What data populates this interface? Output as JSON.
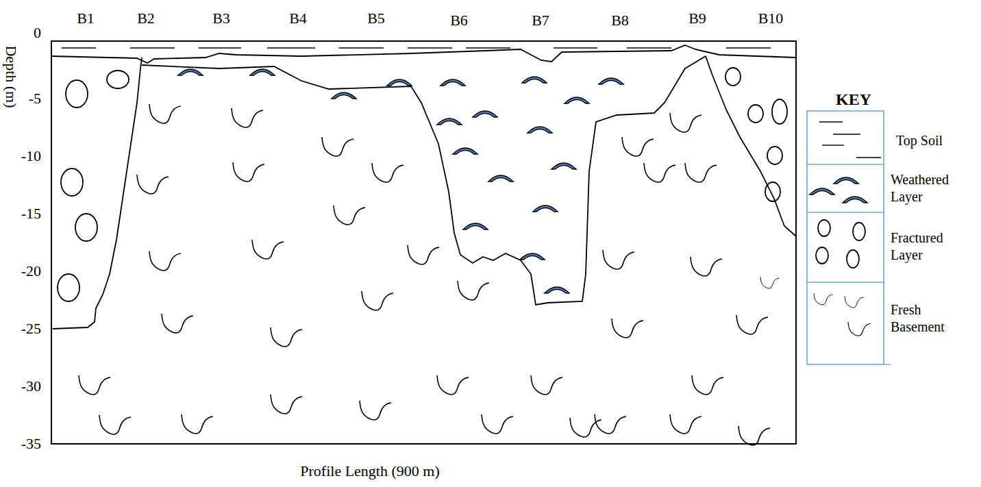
{
  "diagram": {
    "labels": [
      "B1",
      "B2",
      "B3",
      "B4",
      "B5",
      "B6",
      "B7",
      "B8",
      "B9",
      "B10",
      "0",
      "-5",
      "-10",
      "-15",
      "-20",
      "-25",
      "-30",
      "-35",
      "Depth (m)",
      "Profile Length (900 m)",
      "KEY"
    ],
    "legend": [
      {
        "text": "Top Soil"
      },
      {
        "text": "Weathered Layer"
      },
      {
        "text": "Fractured Layer"
      },
      {
        "text": "Fresh Basement"
      }
    ]
  }
}
